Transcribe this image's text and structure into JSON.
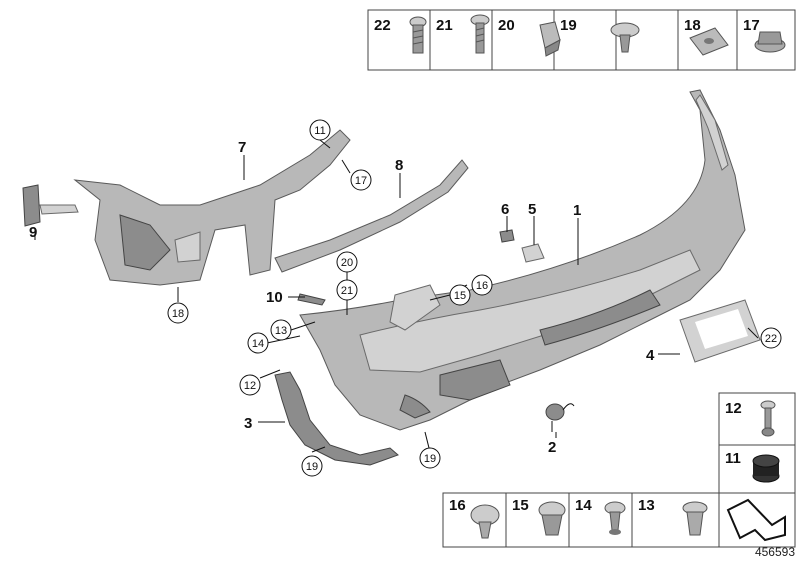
{
  "callouts": {
    "p1": "1",
    "p2": "2",
    "p3": "3",
    "p4": "4",
    "p5": "5",
    "p6": "6",
    "p7": "7",
    "p8": "8",
    "p9": "9",
    "p10": "10"
  },
  "circled": {
    "c11": "11",
    "c17": "17",
    "c18": "18",
    "c20": "20",
    "c21": "21",
    "c13": "13",
    "c14": "14",
    "c15": "15",
    "c16": "16",
    "c12": "12",
    "c19a": "19",
    "c19b": "19",
    "c22": "22"
  },
  "legend_top": [
    "22",
    "21",
    "20",
    "19",
    "18",
    "17"
  ],
  "legend_right": [
    "12",
    "11"
  ],
  "legend_bottom": [
    "16",
    "15",
    "14",
    "13"
  ],
  "reference_number": "456593"
}
